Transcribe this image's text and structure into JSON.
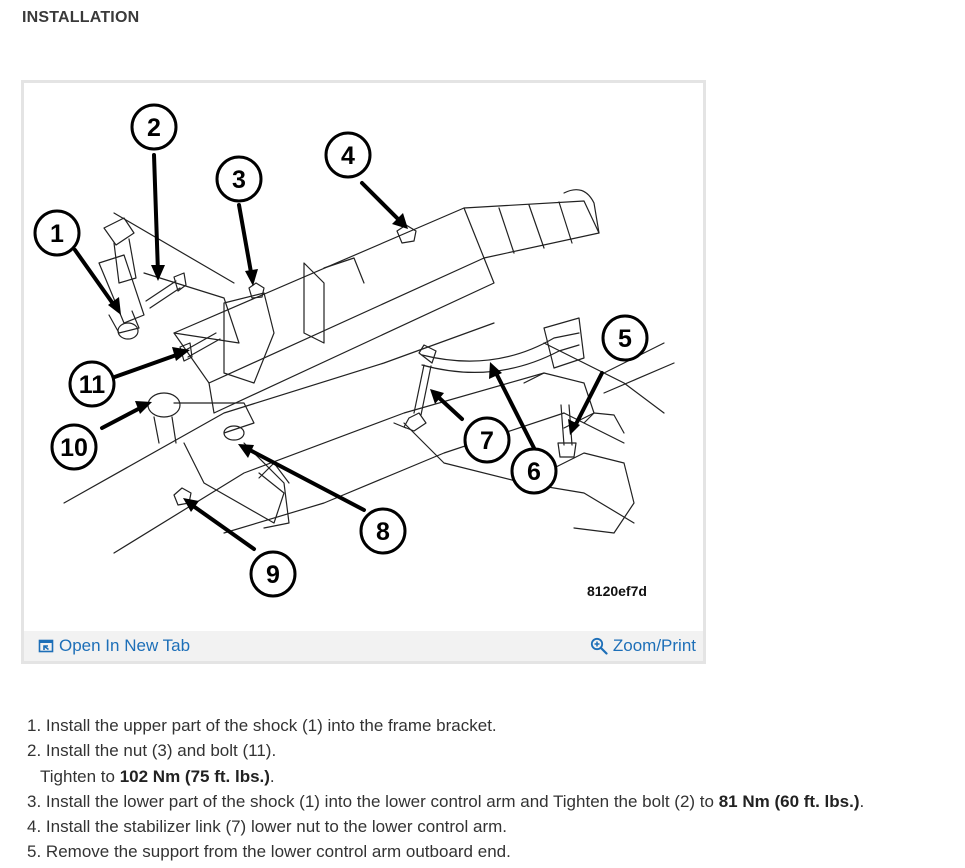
{
  "page": {
    "heading": "INSTALLATION"
  },
  "figure": {
    "figure_id": "8120ef7d",
    "callouts": [
      "1",
      "2",
      "3",
      "4",
      "5",
      "6",
      "7",
      "8",
      "9",
      "10",
      "11"
    ],
    "open_tab_label": "Open In New Tab",
    "zoom_label": "Zoom/Print",
    "open_tab_icon": "open-in-new-tab-icon",
    "zoom_icon": "magnifier-plus-icon",
    "link_color": "#1d6fb8"
  },
  "steps": [
    {
      "num": "1.",
      "text": "Install the upper part of the shock (1) into the frame bracket."
    },
    {
      "num": "2.",
      "text": "Install the nut (3) and bolt (11)."
    },
    {
      "sub_pre": "Tighten to ",
      "sub_bold": "102 Nm (75 ft. lbs.)",
      "sub_post": "."
    },
    {
      "num": "3.",
      "text": "Install the lower part of the shock (1) into the lower control arm and Tighten the bolt (2) to ",
      "bold": "81 Nm (60 ft. lbs.)",
      "post": "."
    },
    {
      "num": "4.",
      "text": "Install the stabilizer link (7) lower nut to the lower control arm."
    },
    {
      "num": "5.",
      "text": "Remove the support from the lower control arm outboard end."
    }
  ]
}
